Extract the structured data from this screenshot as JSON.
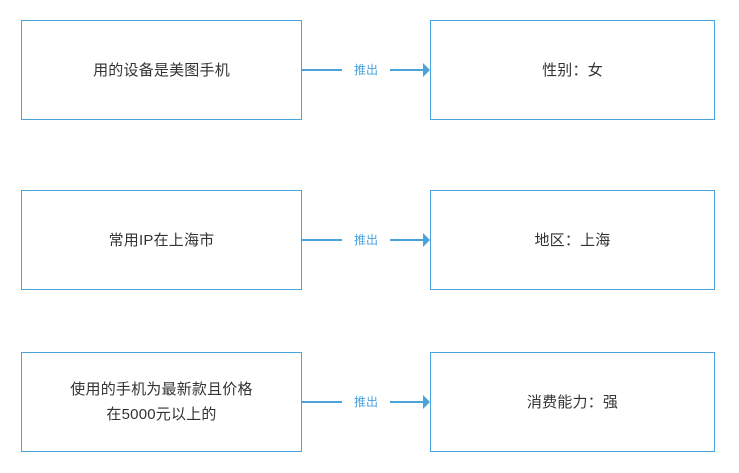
{
  "theme": {
    "background": "#ffffff",
    "box_border": "#4ba3dc",
    "box_text": "#333333",
    "connector": "#4ba3dc",
    "connector_label": "#4ba3dc"
  },
  "diagram": {
    "type": "flow",
    "rows": [
      {
        "condition": "用的设备是美图手机",
        "connector_label": "推出",
        "conclusion": "性别：女"
      },
      {
        "condition": "常用IP在上海市",
        "connector_label": "推出",
        "conclusion": "地区：上海"
      },
      {
        "condition": "使用的手机为最新款且价格\n在5000元以上的",
        "connector_label": "推出",
        "conclusion": "消费能力：强"
      }
    ]
  }
}
